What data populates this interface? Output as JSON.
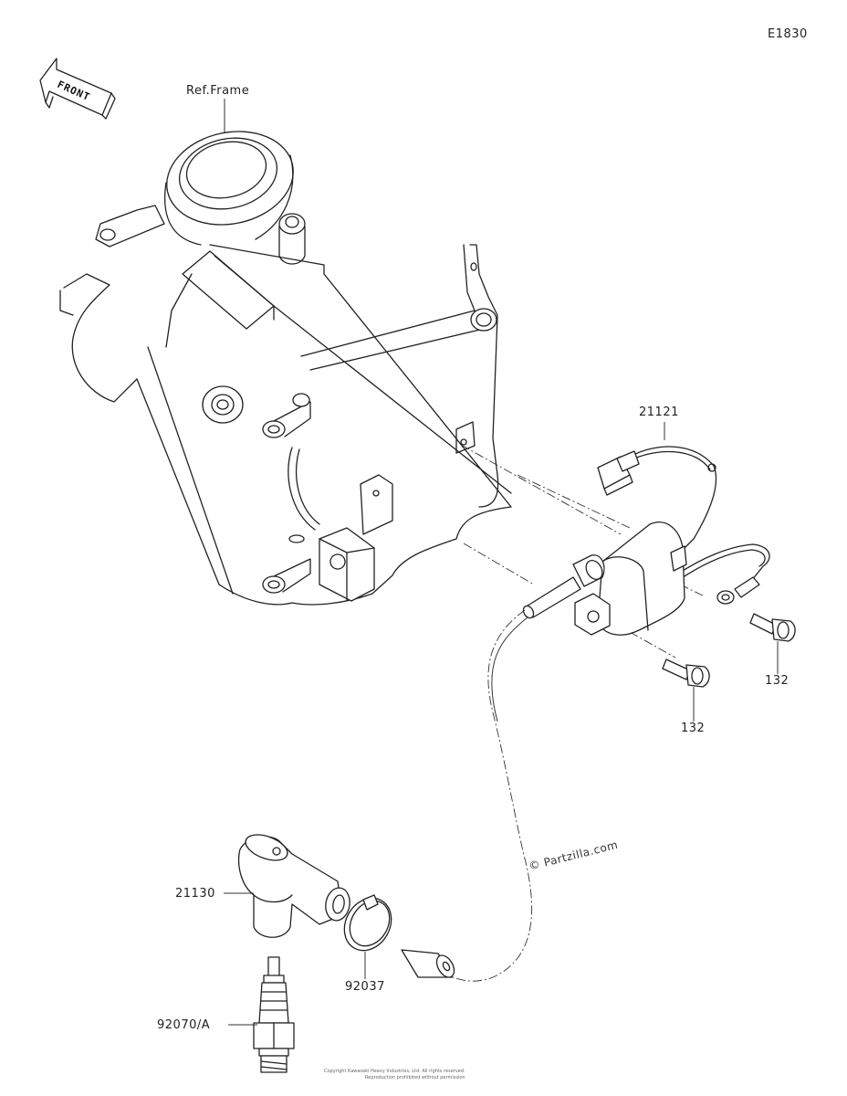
{
  "diagram_code": "E1830",
  "front_marker": "FRONT",
  "callouts": {
    "ref_frame": "Ref.Frame",
    "coil": "21121",
    "bolt_right": "132",
    "bolt_lower": "132",
    "plug_cap": "21130",
    "clamp": "92037",
    "spark_plug": "92070/A"
  },
  "watermark": "© Partzilla.com",
  "footer_line1": "Copyright Kawasaki Heavy Industries, Ltd. All rights reserved.",
  "footer_line2": "Reproduction prohibited without permission"
}
